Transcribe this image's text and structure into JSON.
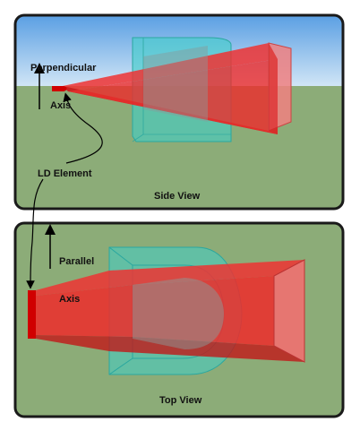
{
  "side_view": {
    "axis_label_line1": "Perpendicular",
    "axis_label_line2": "Axis",
    "caption": "Side View"
  },
  "top_view": {
    "axis_label_line1": "Parallel",
    "axis_label_line2": "Axis",
    "caption": "Top View"
  },
  "element_label": "LD Element",
  "colors": {
    "sky_top": "#5a9fe3",
    "sky_bottom": "#cfe3f5",
    "ground": "#8cac78",
    "beam": "#ee2222",
    "lens": "#3fcfc8",
    "frame": "#1a1a1a"
  }
}
